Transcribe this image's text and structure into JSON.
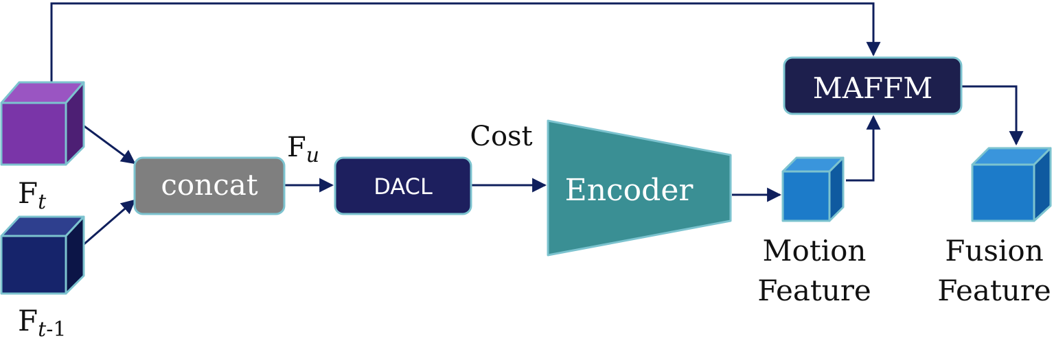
{
  "labels": {
    "ft_main": "F",
    "ft_sub": "t",
    "ftm1_main": "F",
    "ftm1_sub": "t",
    "ftm1_suffix": "-1",
    "fu_main": "F",
    "fu_sub": "u",
    "cost": "Cost",
    "motion_line1": "Motion",
    "motion_line2": "Feature",
    "fusion_line1": "Fusion",
    "fusion_line2": "Feature"
  },
  "blocks": {
    "concat": "concat",
    "dacl": "DACL",
    "encoder": "Encoder",
    "maffm": "MAFFM"
  },
  "colors": {
    "arrow": "#0f1f5c",
    "border": "#7cc3cf",
    "ft_cube": "#7a35a8",
    "ftm1_cube": "#16246b",
    "concat": "#7f7f7f",
    "dacl": "#1d1f5e",
    "encoder": "#3a8f94",
    "maffm": "#1d1f4d",
    "feature_cube": "#1c7bc9"
  }
}
